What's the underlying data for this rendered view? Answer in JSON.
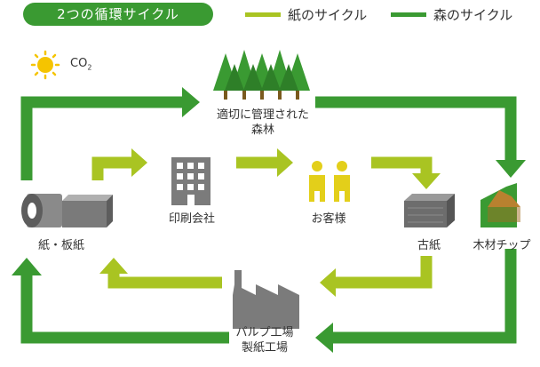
{
  "header": {
    "title": "2つの循環サイクル",
    "legend": [
      {
        "label": "紙のサイクル",
        "color": "#a9c422"
      },
      {
        "label": "森のサイクル",
        "color": "#3a9a32"
      }
    ]
  },
  "nodes": {
    "forest": {
      "line1": "適切に管理された",
      "line2": "森林"
    },
    "printing": "印刷会社",
    "customer": "お客様",
    "used_paper": "古紙",
    "wood_chips": "木材チップ",
    "paper": "紙・板紙",
    "pulp_mill": {
      "line1": "パルプ工場",
      "line2": "製紙工場"
    }
  },
  "co2": {
    "text": "CO",
    "sub": "2"
  },
  "colors": {
    "forest_cycle": "#3a9a32",
    "paper_cycle": "#a9c422",
    "sun": "#f5c400",
    "person": "#e3cf1a",
    "gray": "#7b7b7b"
  }
}
